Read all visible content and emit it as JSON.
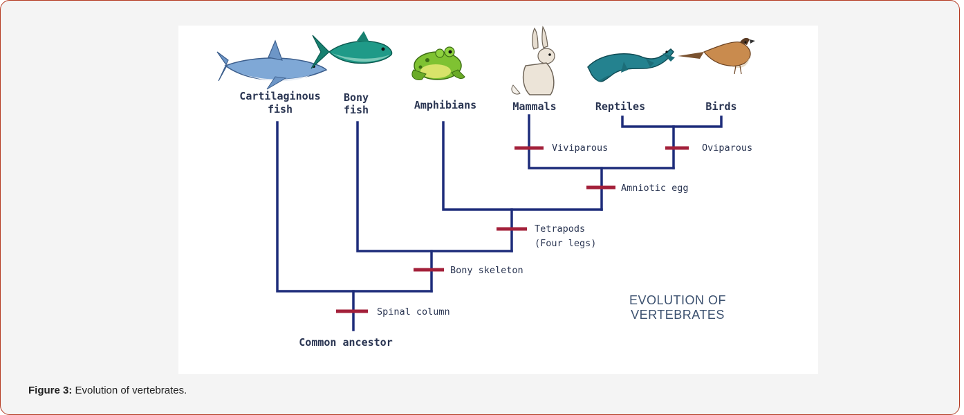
{
  "diagram": {
    "taxa": [
      {
        "line1": "Cartilaginous",
        "line2": "fish"
      },
      {
        "line1": "Bony",
        "line2": "fish"
      },
      {
        "line1": "Amphibians",
        "line2": ""
      },
      {
        "line1": "Mammals",
        "line2": ""
      },
      {
        "line1": "Reptiles",
        "line2": ""
      },
      {
        "line1": "Birds",
        "line2": ""
      }
    ],
    "traits": {
      "viviparous": "Viviparous",
      "oviparous": "Oviparous",
      "amniotic_egg": "Amniotic egg",
      "tetrapods_1": "Tetrapods",
      "tetrapods_2": "(Four legs)",
      "bony_skeleton": "Bony skeleton",
      "spinal_column": "Spinal column"
    },
    "root_label": "Common ancestor",
    "title_line1": "EVOLUTION OF",
    "title_line2": "VERTEBRATES",
    "colors": {
      "branch": "#1d2c7a",
      "trait_mark": "#a3203a"
    }
  },
  "caption": {
    "label": "Figure 3:",
    "text": " Evolution of vertebrates."
  }
}
